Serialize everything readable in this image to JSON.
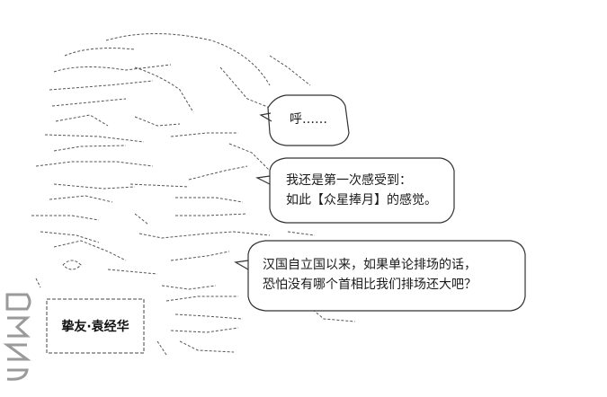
{
  "speech": {
    "bubble1": [
      "呼……"
    ],
    "bubble2": [
      "我还是第一次感受到：",
      "如此【众星捧月】的感觉。"
    ],
    "bubble3": [
      "汉国自立国以来，如果单论排场的话，",
      "恐怕没有哪个首相比我们排场还大吧？"
    ]
  },
  "caption": "挚友·袁经华",
  "watermark": "DMZJ.com"
}
